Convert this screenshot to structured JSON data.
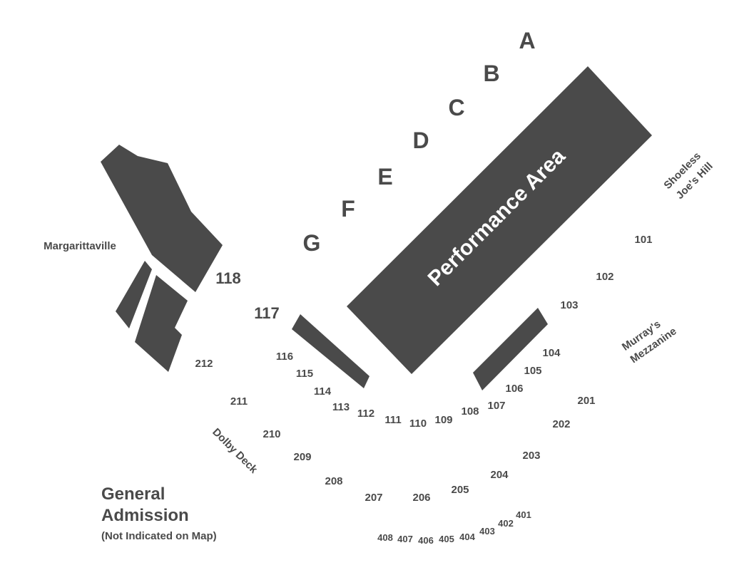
{
  "map": {
    "stage_label": "Performance Area",
    "rows": {
      "a": "A",
      "b": "B",
      "c": "C",
      "d": "D",
      "e": "E",
      "f": "F",
      "g": "G"
    },
    "areas": {
      "margarittaville": "Margarittaville",
      "shoeless_line1": "Shoeless",
      "shoeless_line2": "Joe's Hill",
      "murrays_line1": "Murray's",
      "murrays_line2": "Mezzanine",
      "dolby": "Dolby Deck"
    },
    "general_admission": {
      "line1": "General",
      "line2": "Admission",
      "note": "(Not Indicated on Map)"
    },
    "sections": {
      "s101": "101",
      "s102": "102",
      "s103": "103",
      "s104": "104",
      "s105": "105",
      "s106": "106",
      "s107": "107",
      "s108": "108",
      "s109": "109",
      "s110": "110",
      "s111": "111",
      "s112": "112",
      "s113": "113",
      "s114": "114",
      "s115": "115",
      "s116": "116",
      "s117": "117",
      "s118": "118",
      "s201": "201",
      "s202": "202",
      "s203": "203",
      "s204": "204",
      "s205": "205",
      "s206": "206",
      "s207": "207",
      "s208": "208",
      "s209": "209",
      "s210": "210",
      "s211": "211",
      "s212": "212",
      "s401": "401",
      "s402": "402",
      "s403": "403",
      "s404": "404",
      "s405": "405",
      "s406": "406",
      "s407": "407",
      "s408": "408"
    },
    "colors": {
      "shape": "#4a4a4a",
      "background": "#ffffff",
      "stage_text": "#ffffff"
    }
  }
}
